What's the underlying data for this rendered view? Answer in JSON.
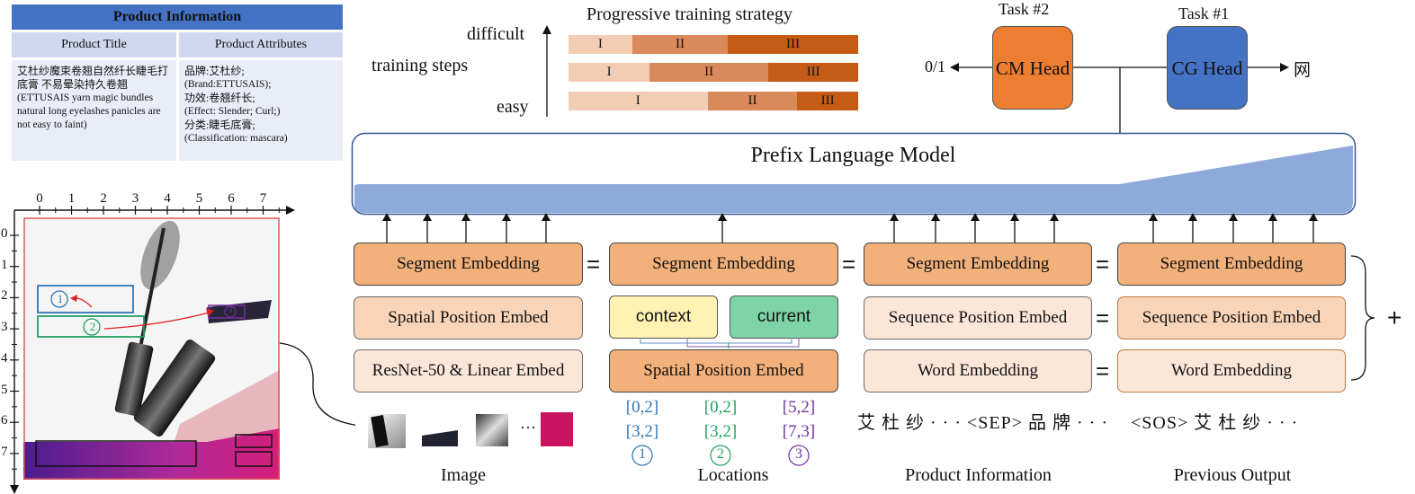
{
  "product_table": {
    "title": "Product Information",
    "col1": "Product Title",
    "col2": "Product Attributes",
    "title_cn": "艾杜纱魔束卷翘自然纤长睫毛打底膏 不易晕染持久卷翘",
    "title_en": "(ETTUSAIS yarn magic bundles natural long eyelashes panicles are not easy to faint)",
    "attrs": [
      "品牌:艾杜纱;",
      "(Brand:ETTUSAIS);",
      "功效:卷翘纤长;",
      "(Effect: Slender; Curl;)",
      "分类:睫毛底膏;",
      "(Classification: mascara)"
    ]
  },
  "progressive": {
    "title": "Progressive training strategy",
    "difficult": "difficult",
    "steps": "training steps",
    "easy": "easy",
    "stage_labels": [
      "I",
      "II",
      "III"
    ],
    "bars": [
      {
        "fractions": [
          0.22,
          0.33,
          0.45
        ]
      },
      {
        "fractions": [
          0.28,
          0.41,
          0.31
        ]
      },
      {
        "fractions": [
          0.48,
          0.31,
          0.21
        ]
      }
    ],
    "colors": [
      "#f3cdb3",
      "#d9895a",
      "#c65b16"
    ]
  },
  "tasks": {
    "task2": "Task #2",
    "task1": "Task #1",
    "cm_head": "CM Head",
    "cg_head": "CG Head",
    "output_left": "0/1",
    "output_right": "网",
    "cm_color": "#ed7d31",
    "cg_color": "#4472c4"
  },
  "prefix_lm": "Prefix Language Model",
  "grid": {
    "x_ticks": [
      "0",
      "1",
      "2",
      "3",
      "4",
      "5",
      "6",
      "7"
    ],
    "y_ticks": [
      "0",
      "1",
      "2",
      "3",
      "4",
      "5",
      "6",
      "7"
    ],
    "region_labels": [
      "1",
      "2",
      "3"
    ]
  },
  "columns": {
    "image": {
      "segment": "Segment Embedding",
      "spatial": "Spatial Position Embed",
      "resnet": "ResNet-50 & Linear Embed",
      "label": "Image",
      "ellipsis": "···"
    },
    "locations": {
      "segment": "Segment Embedding",
      "context": "context",
      "current": "current",
      "spatial": "Spatial Position Embed",
      "label": "Locations",
      "coords": [
        {
          "a": "[0,2]",
          "b": "[3,2]",
          "n": "1",
          "color": "#2e75b6"
        },
        {
          "a": "[0,2]",
          "b": "[3,2]",
          "n": "2",
          "color": "#22a060"
        },
        {
          "a": "[5,2]",
          "b": "[7,3]",
          "n": "3",
          "color": "#7030a0"
        }
      ]
    },
    "product": {
      "segment": "Segment Embedding",
      "sequence": "Sequence Position Embed",
      "word": "Word Embedding",
      "tokens": "艾 杜 纱 · · · <SEP> 品 牌 · · ·",
      "label": "Product Information"
    },
    "previous": {
      "segment": "Segment Embedding",
      "sequence": "Sequence Position Embed",
      "word": "Word Embedding",
      "tokens": "<SOS> 艾 杜 纱 · · ·",
      "label": "Previous Output"
    }
  },
  "plus": "+",
  "equals": "="
}
